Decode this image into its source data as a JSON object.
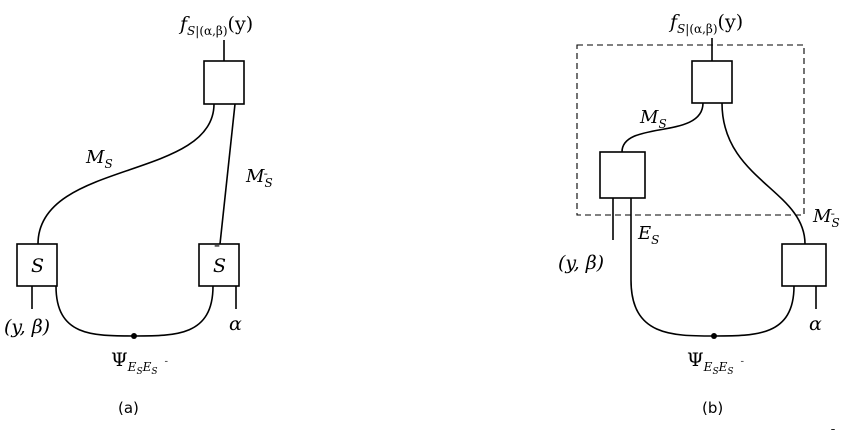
{
  "panel_a": {
    "caption": "(a)",
    "top_output": {
      "f": "f",
      "sub_S": "S",
      "sub_rest": "|(α,β)",
      "arg": "(y)"
    },
    "box_left": "S",
    "box_right": {
      "main": "S",
      "bar": "¯"
    },
    "wire_left_label": {
      "main": "M",
      "sub": "S"
    },
    "wire_right_label": {
      "main": "M",
      "sub": "S",
      "sub_bar": "¯"
    },
    "input_left": "(y, β)",
    "input_right": "α",
    "state_label": {
      "main": "Ψ",
      "sub1": "E",
      "sub1s": "S",
      "sub2": "E",
      "sub2s": "S",
      "bar": "¯"
    }
  },
  "panel_b": {
    "caption": "(b)",
    "top_output": {
      "f": "f",
      "sub_S": "S",
      "sub_rest": "|(α,β)",
      "arg": "(y)"
    },
    "wire_mid_label": {
      "main": "M",
      "sub": "S"
    },
    "wire_es_label": {
      "main": "E",
      "sub": "S"
    },
    "wire_right_label": {
      "main": "M",
      "sub": "S",
      "sub_bar": "¯"
    },
    "input_left": "(y, β)",
    "input_right": "α",
    "state_label": {
      "main": "Ψ",
      "sub1": "E",
      "sub1s": "S",
      "sub2": "E",
      "sub2s": "S",
      "bar": "¯"
    }
  },
  "footer": {
    "bar_mark": "¯"
  }
}
